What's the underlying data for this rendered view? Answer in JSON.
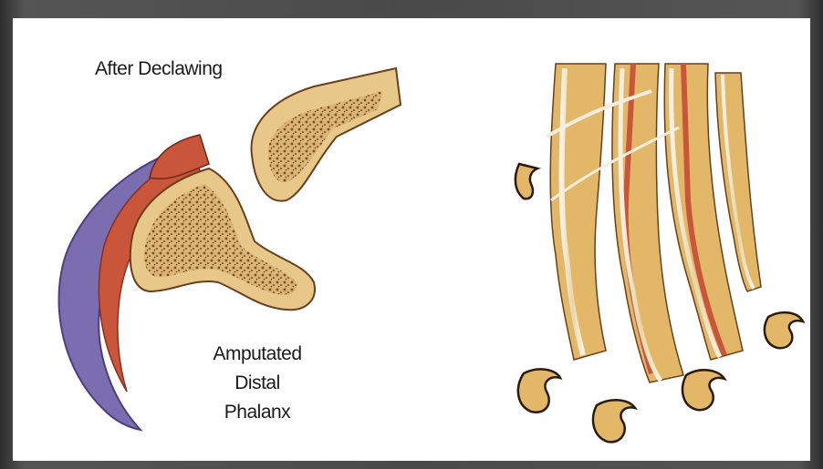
{
  "labels": {
    "title": "After Declawing",
    "caption": {
      "line1": "Amputated",
      "line2": "Distal",
      "line3": "Phalanx"
    }
  },
  "colors": {
    "bone": "#e8c88a",
    "marrow": "#8a5a2a",
    "flesh": "#c9553a",
    "claw_sheath": "#7a6db0",
    "tendon": "#f3eee0",
    "frame": "#4a4a4a"
  },
  "icons": {
    "bone_section": "amputated-phalanx-cross-section",
    "paw": "declawed-paw-illustration",
    "claws": "detached-claw-tips"
  }
}
